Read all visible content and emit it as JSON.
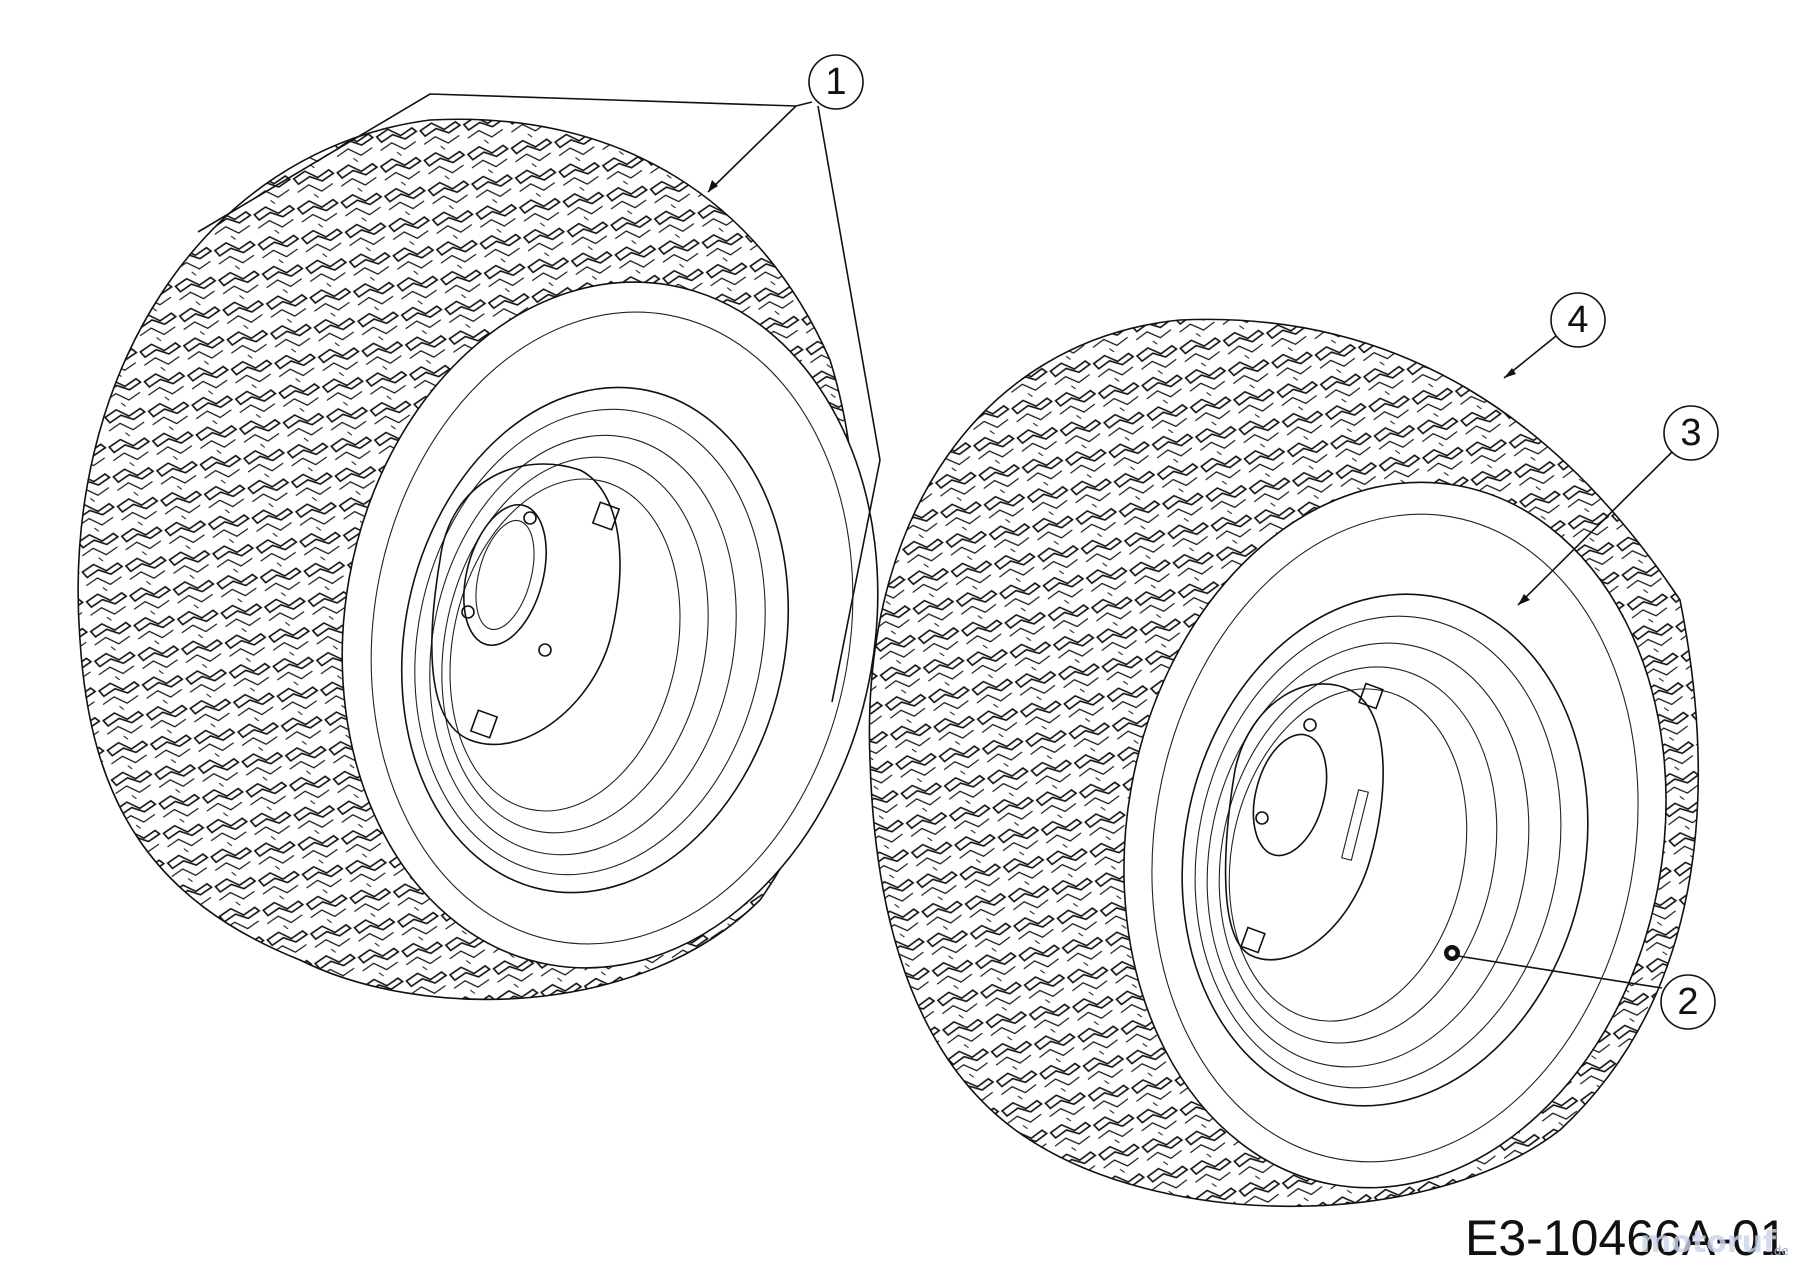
{
  "callouts": [
    {
      "id": "1",
      "label": "1"
    },
    {
      "id": "2",
      "label": "2"
    },
    {
      "id": "3",
      "label": "3"
    },
    {
      "id": "4",
      "label": "4"
    }
  ],
  "drawing_code": "E3-10466A-01",
  "watermark": {
    "text": "motoruf",
    "tld": ".de"
  }
}
